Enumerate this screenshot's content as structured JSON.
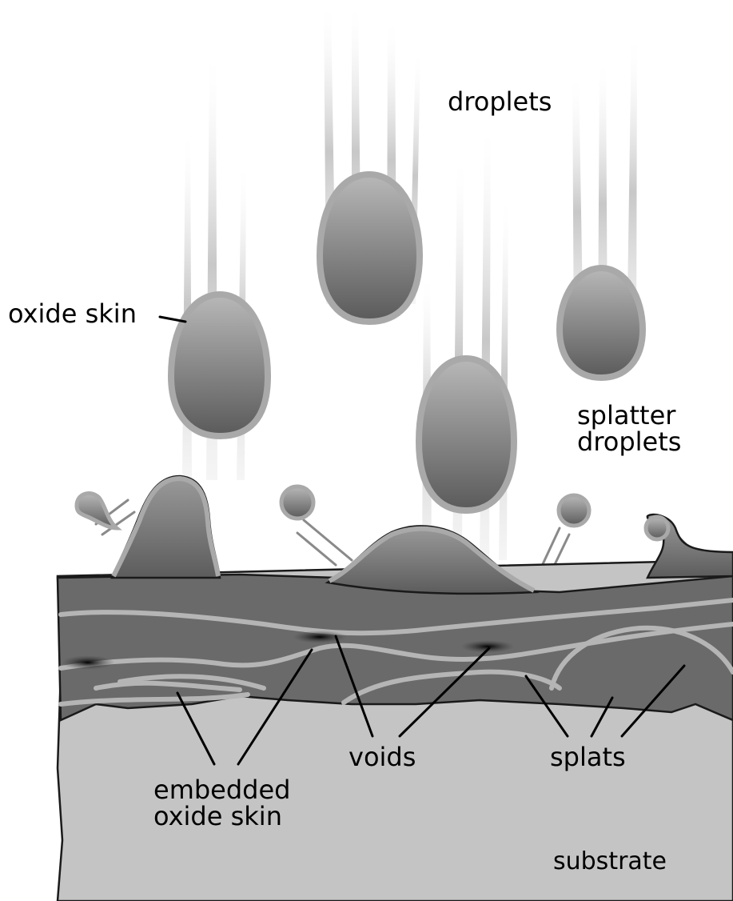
{
  "labels": {
    "droplets": "droplets",
    "oxide_skin": "oxide skin",
    "splatter_line1": "splatter",
    "splatter_line2": "droplets",
    "voids": "voids",
    "splats": "splats",
    "embedded_line1": "embedded",
    "embedded_line2": "oxide skin",
    "substrate": "substrate"
  },
  "colors": {
    "oxide": "#a9a9a9",
    "droplet_light": "#b4b4b4",
    "droplet_dark": "#5e5e5e",
    "splat_layer": "#6d6d6d",
    "splat_layer_dark": "#5a5a5a",
    "substrate": "#c4c4c4",
    "void": "#151515"
  }
}
